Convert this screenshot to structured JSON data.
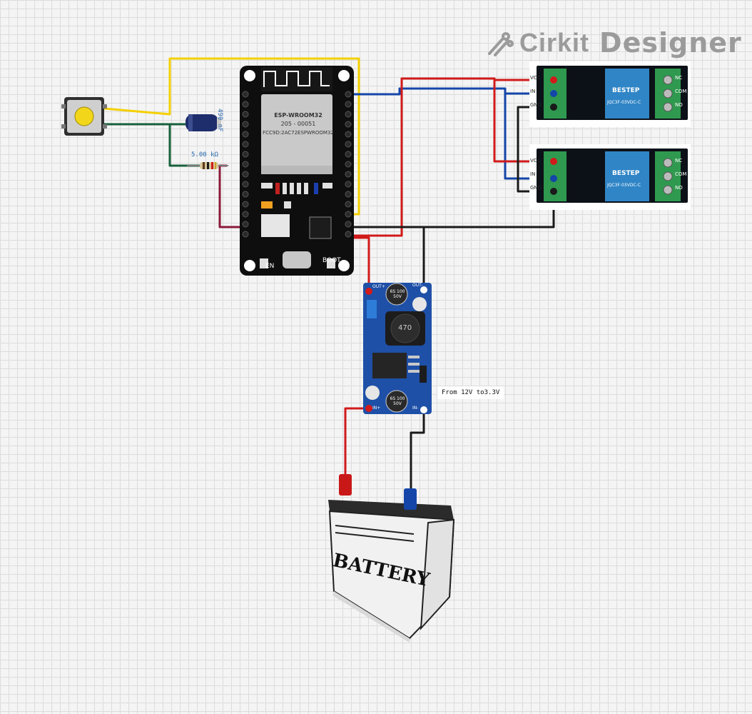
{
  "brand": {
    "name_part1": "Cirkit",
    "name_part2": "Designer"
  },
  "components": {
    "pushbutton": {
      "icon": "pushbutton-icon"
    },
    "capacitor": {
      "label": "490 nF"
    },
    "resistor": {
      "label": "5.00 kΩ"
    },
    "esp32": {
      "module_name": "ESP-WROOM32",
      "fcc": "FCC9D:2AC72ESPWROOM32",
      "code": "205 - 00051",
      "btn_en": "EN",
      "btn_boot": "BOOT"
    },
    "relay": {
      "pins_left": [
        "VCC",
        "IN",
        "GND"
      ],
      "pins_right": [
        "NC",
        "COM",
        "NO"
      ],
      "brand": "BESTEP",
      "model": "JQC3F-03VDC-C"
    },
    "converter": {
      "label_out_plus": "OUT+",
      "label_out_minus": "OUT-",
      "label_in_plus": "IN+",
      "label_in_minus": "IN-",
      "cap_text": "6S 100 50V",
      "inductor_text": "470"
    },
    "battery": {
      "label": "BATTERY"
    }
  },
  "note": {
    "text": "From 12V to3.3V"
  },
  "colors": {
    "wire_red": "#d11a1a",
    "wire_blue": "#1346a8",
    "wire_black": "#1a1a1a",
    "wire_yellow": "#f5d000",
    "wire_green": "#17613a",
    "wire_maroon": "#8b1a3a"
  }
}
